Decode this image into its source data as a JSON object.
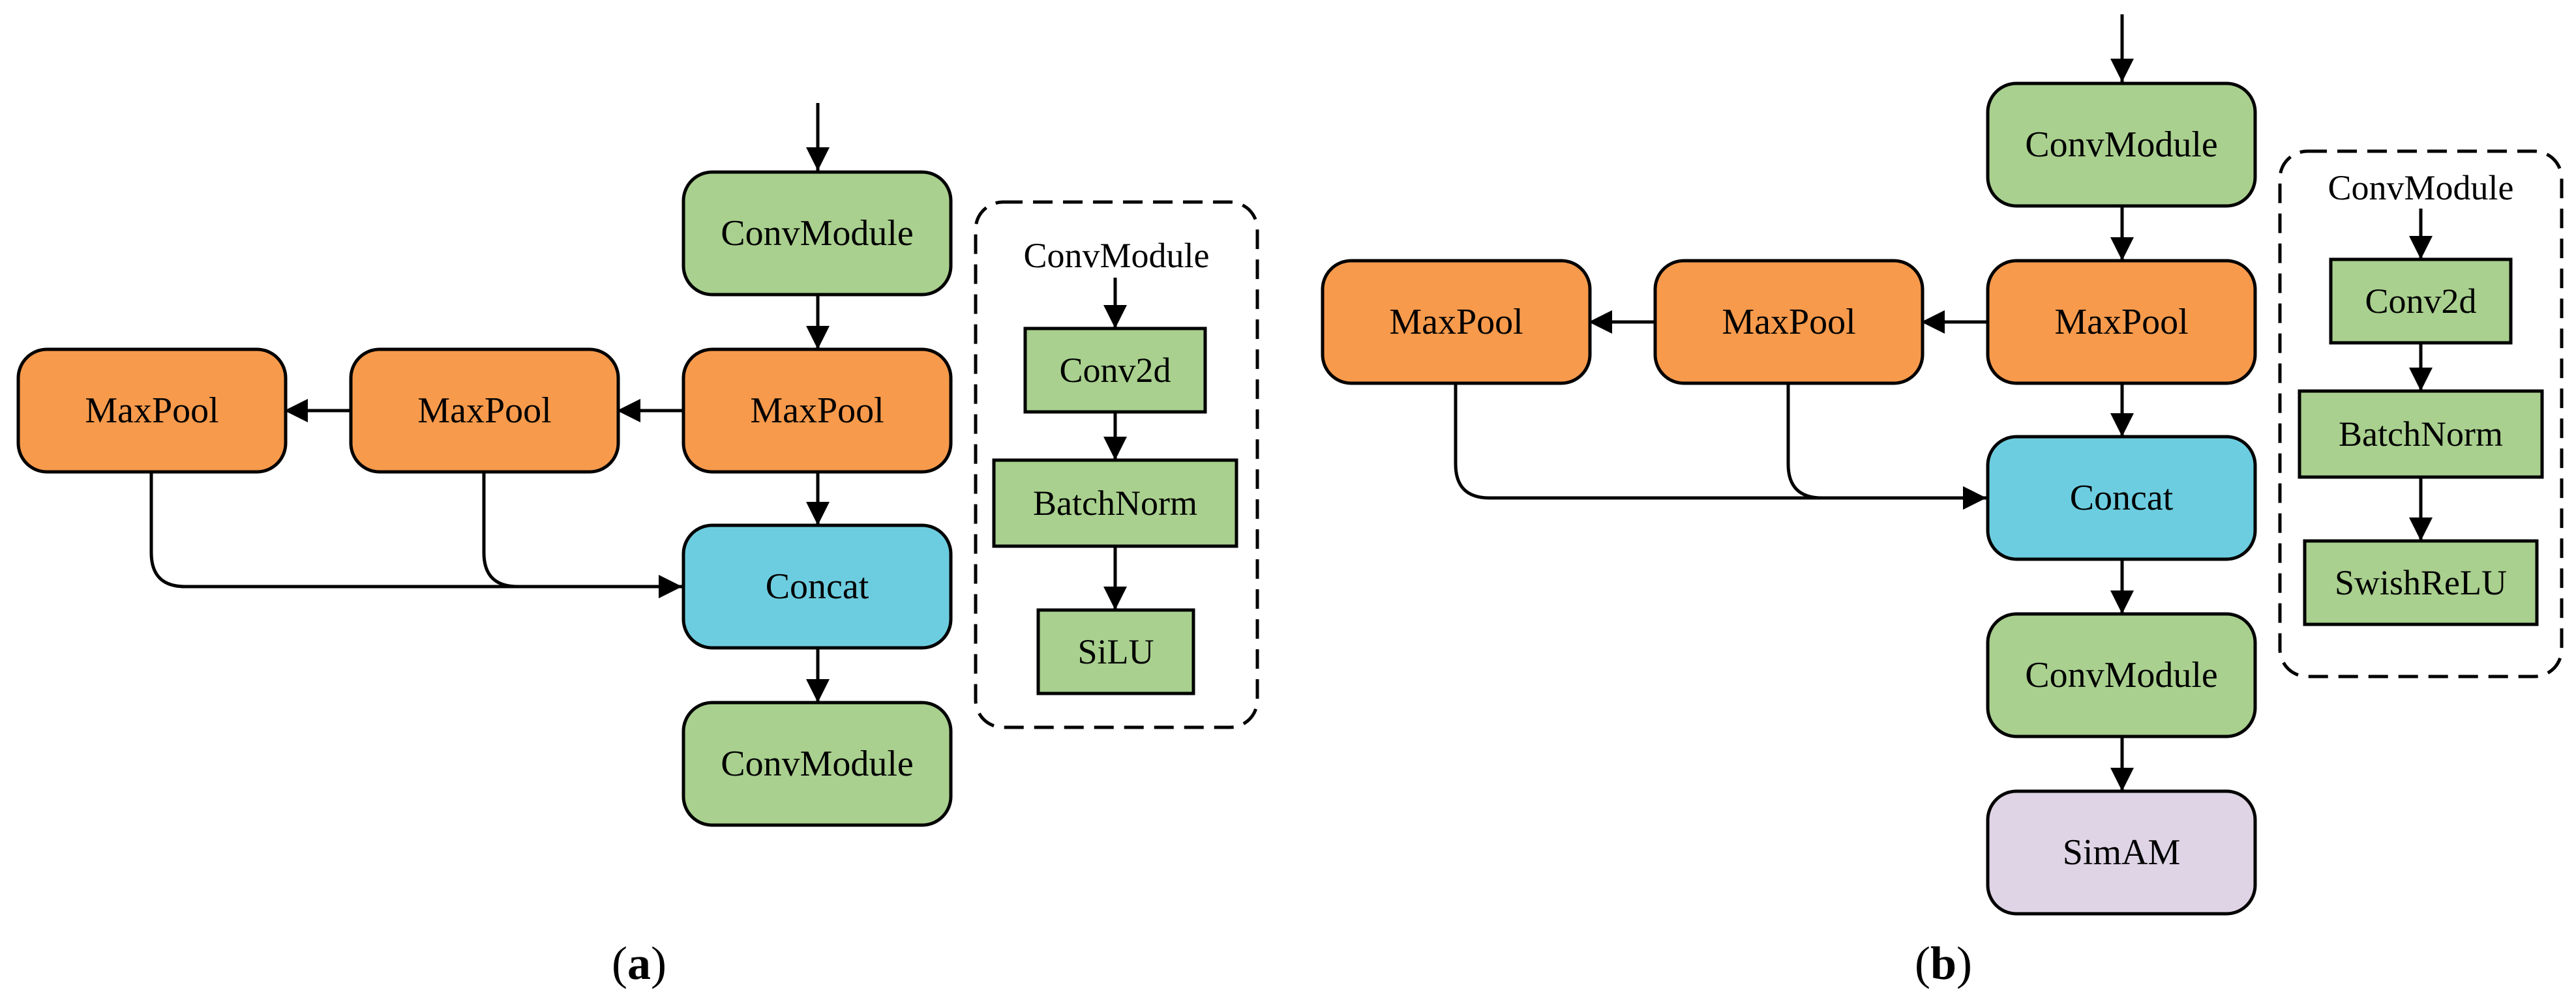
{
  "colors": {
    "conv": "#a9d08e",
    "maxpool": "#f79a4c",
    "concat": "#6dcde0",
    "simam": "#dfd4e6",
    "stroke": "#000000"
  },
  "panel_a": {
    "caption_letter": "a",
    "main": {
      "conv_top": "ConvModule",
      "maxpool_right": "MaxPool",
      "maxpool_mid": "MaxPool",
      "maxpool_left": "MaxPool",
      "concat": "Concat",
      "conv_bottom": "ConvModule"
    },
    "inset": {
      "title": "ConvModule",
      "conv2d": "Conv2d",
      "batchnorm": "BatchNorm",
      "activation": "SiLU"
    }
  },
  "panel_b": {
    "caption_letter": "b",
    "main": {
      "conv_top": "ConvModule",
      "maxpool_right": "MaxPool",
      "maxpool_mid": "MaxPool",
      "maxpool_left": "MaxPool",
      "concat": "Concat",
      "conv_bottom": "ConvModule",
      "simam": "SimAM"
    },
    "inset": {
      "title": "ConvModule",
      "conv2d": "Conv2d",
      "batchnorm": "BatchNorm",
      "activation": "SwishReLU"
    }
  }
}
